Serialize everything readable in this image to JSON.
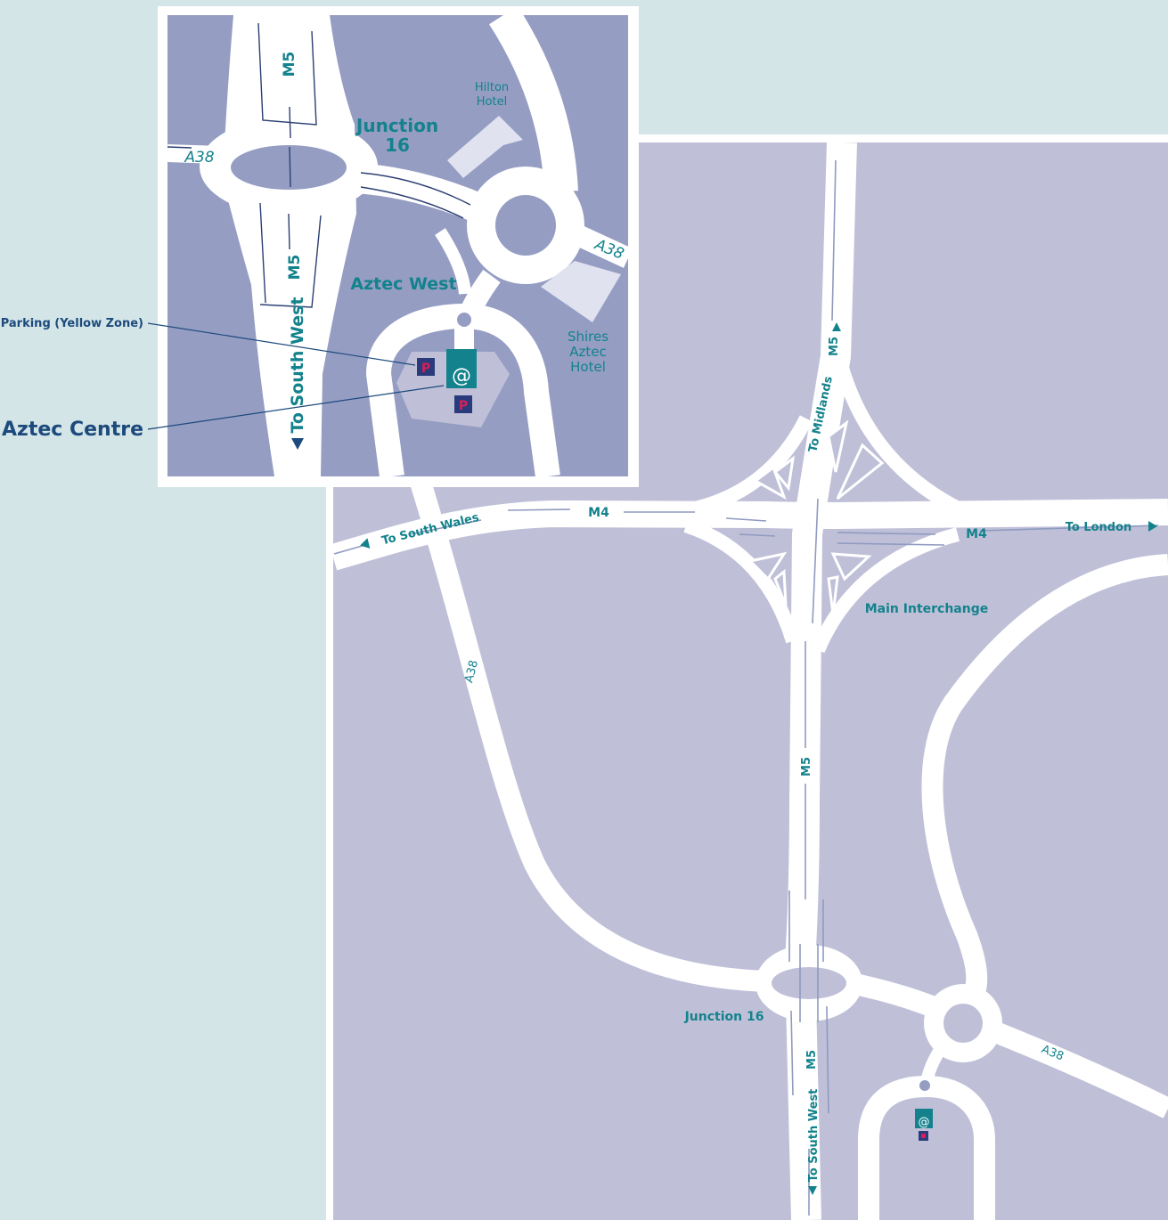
{
  "colors": {
    "background": "#d3e5e7",
    "land_main": "#bfc0d8",
    "land_inset": "#959dc3",
    "road": "#ffffff",
    "label_teal": "#13828c",
    "label_dark": "#1d4a7c",
    "venue_marker": "#13828c",
    "parking_marker": "#2a3b7c",
    "parking_letter": "#d4205a"
  },
  "icons": {
    "venue": "at-sign-icon",
    "parking": "parking-icon",
    "direction": "triangle-arrow-icon"
  },
  "callouts": {
    "parking": "Parking (Yellow Zone)",
    "venue": "Aztec Centre"
  },
  "inset": {
    "motorway_north": "M5",
    "motorway_south": "M5",
    "junction_line1": "Junction",
    "junction_line2": "16",
    "a38_west": "A38",
    "a38_east": "A38",
    "business_park": "Aztec West",
    "hilton_line1": "Hilton",
    "hilton_line2": "Hotel",
    "shires_line1": "Shires",
    "shires_line2": "Aztec",
    "shires_line3": "Hotel",
    "direction_south_west": "To South West",
    "venue_symbol": "@",
    "parking_symbol": "P"
  },
  "main_map": {
    "m4_west": "M4",
    "m4_east": "M4",
    "to_south_wales": "To South Wales",
    "to_london": "To London",
    "m5_north": "M5",
    "to_midlands": "To Midlands",
    "main_interchange": "Main Interchange",
    "m5_mid": "M5",
    "a38_west": "A38",
    "junction_16": "Junction 16",
    "m5_south": "M5",
    "to_south_west": "To South West",
    "a38_east": "A38",
    "venue_symbol": "@"
  }
}
